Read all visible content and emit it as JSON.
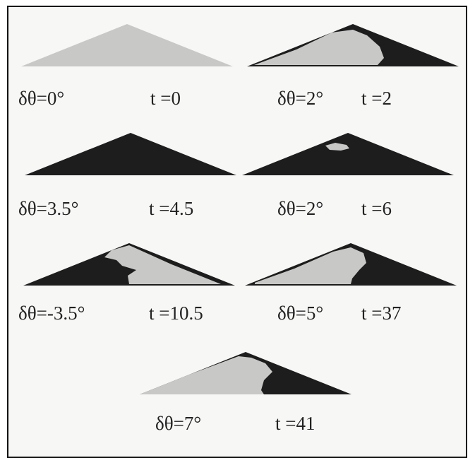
{
  "panels": [
    {
      "angle": "δθ=0°",
      "time": "t =0"
    },
    {
      "angle": "δθ=2°",
      "time": "t =2"
    },
    {
      "angle": "δθ=3.5°",
      "time": "t =4.5"
    },
    {
      "angle": "δθ=2°",
      "time": "t =6"
    },
    {
      "angle": "δθ=-3.5°",
      "time": "t =10.5"
    },
    {
      "angle": "δθ=5°",
      "time": "t =37"
    },
    {
      "angle": "δθ=7°",
      "time": "t =41"
    }
  ],
  "colors": {
    "light": "#c8c8c6",
    "dark": "#1d1d1d",
    "frame": "#111111",
    "background": "#f7f7f6"
  }
}
